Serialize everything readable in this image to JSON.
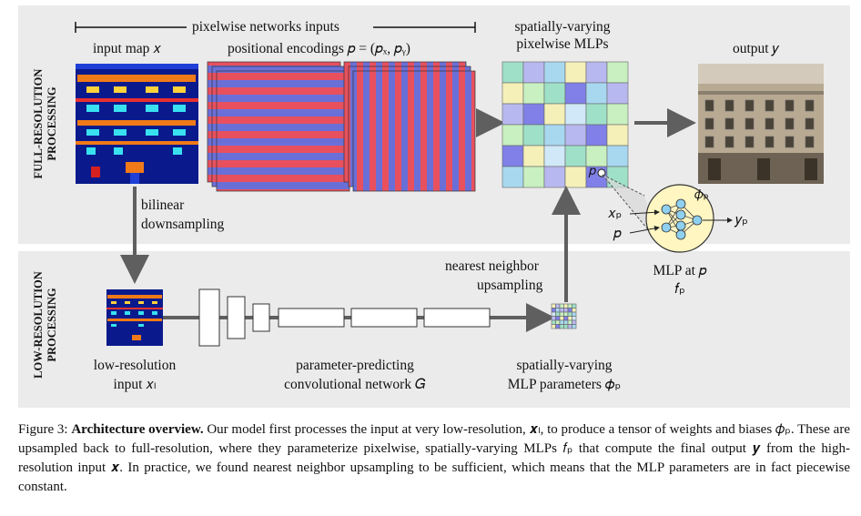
{
  "rows": {
    "top": "FULL-RESOLUTION\nPROCESSING",
    "bottom": "LOW-RESOLUTION\nPROCESSING"
  },
  "labels": {
    "inputs_bracket": "pixelwise networks inputs",
    "input_map": "input map 𝑥",
    "positional": "positional encodings 𝑝 = (𝑝ₓ, 𝑝ᵧ)",
    "mlps_line1": "spatially-varying",
    "mlps_line2": "pixelwise MLPs",
    "output": "output 𝑦",
    "bilinear_line1": "bilinear",
    "bilinear_line2": "downsampling",
    "nn_line1": "nearest neighbor",
    "nn_line2": "upsampling",
    "mlp_at_line1": "MLP at 𝑝",
    "mlp_at_line2": "𝑓ₚ",
    "lowres_line1": "low-resolution",
    "lowres_line2": "input 𝑥ₗ",
    "cnn_line1": "parameter-predicting",
    "cnn_line2": "convolutional network 𝐺",
    "params_line1": "spatially-varying",
    "params_line2": "MLP parameters 𝜙ₚ",
    "p_marker": "𝑝",
    "mlp_in_x": "𝑥ₚ",
    "mlp_in_p": "𝑝",
    "mlp_out": "𝑦ₚ",
    "mlp_phi": "𝜙ₚ"
  },
  "caption": {
    "prefix": "Figure 3: ",
    "title": "Architecture overview.",
    "text": " Our model first processes the input at very low-resolution, 𝒙ₗ, to produce a tensor of weights and biases 𝜙ₚ. These are upsampled back to full-resolution, where they parameterize pixelwise, spatially-varying MLPs 𝑓ₚ that compute the final output 𝒚 from the high-resolution input 𝒙. In practice, we found nearest neighbor upsampling to be sufficient, which means that the MLP parameters are in fact piecewise constant."
  },
  "colors": {
    "band": "#ebebeb",
    "arrow": "#5f5f5f",
    "encoding_red": "#e8505e",
    "encoding_blue": "#6a6fd8",
    "mlp_node": "#8fd0f0",
    "mlp_circle": "#fff6c2"
  }
}
